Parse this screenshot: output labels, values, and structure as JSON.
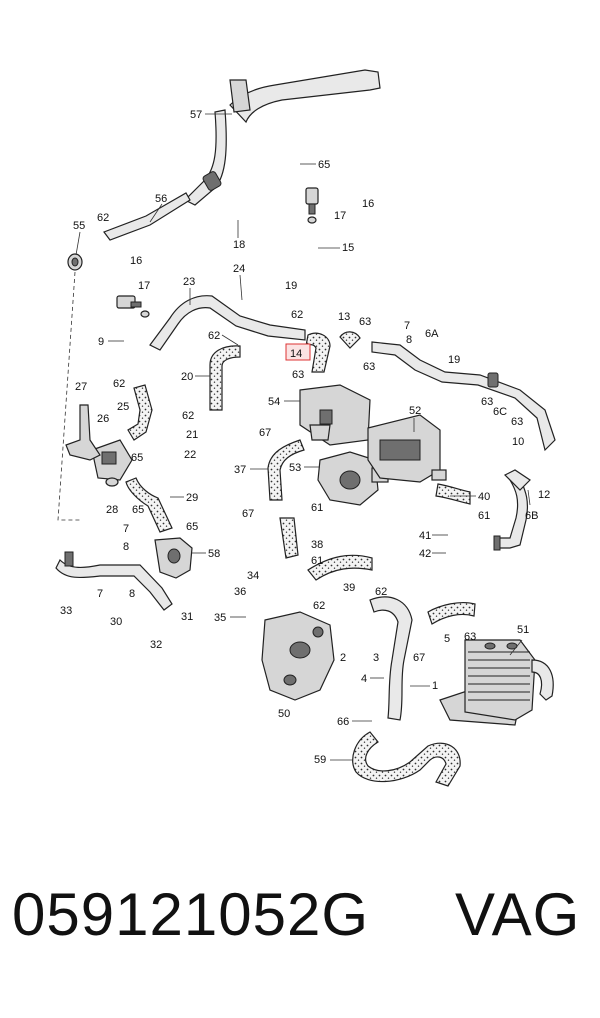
{
  "diagram": {
    "callouts": [
      {
        "name": "callout-57",
        "label": "57"
      },
      {
        "name": "callout-65-top",
        "label": "65"
      },
      {
        "name": "callout-16-right",
        "label": "16"
      },
      {
        "name": "callout-17-right",
        "label": "17"
      },
      {
        "name": "callout-15",
        "label": "15"
      },
      {
        "name": "callout-56",
        "label": "56"
      },
      {
        "name": "callout-62-a",
        "label": "62"
      },
      {
        "name": "callout-55",
        "label": "55"
      },
      {
        "name": "callout-18",
        "label": "18"
      },
      {
        "name": "callout-19-top",
        "label": "19"
      },
      {
        "name": "callout-24",
        "label": "24"
      },
      {
        "name": "callout-16-left",
        "label": "16"
      },
      {
        "name": "callout-17-left",
        "label": "17"
      },
      {
        "name": "callout-23",
        "label": "23"
      },
      {
        "name": "callout-9",
        "label": "9"
      },
      {
        "name": "callout-62-b",
        "label": "62"
      },
      {
        "name": "callout-62-c",
        "label": "62"
      },
      {
        "name": "callout-13",
        "label": "13"
      },
      {
        "name": "callout-63-a",
        "label": "63"
      },
      {
        "name": "callout-7-top",
        "label": "7"
      },
      {
        "name": "callout-8-top",
        "label": "8"
      },
      {
        "name": "callout-6a",
        "label": "6A"
      },
      {
        "name": "callout-14",
        "label": "14"
      },
      {
        "name": "callout-19-mid",
        "label": "19"
      },
      {
        "name": "callout-20",
        "label": "20"
      },
      {
        "name": "callout-63-b",
        "label": "63"
      },
      {
        "name": "callout-63-c",
        "label": "63"
      },
      {
        "name": "callout-27",
        "label": "27"
      },
      {
        "name": "callout-62-d",
        "label": "62"
      },
      {
        "name": "callout-25",
        "label": "25"
      },
      {
        "name": "callout-54",
        "label": "54"
      },
      {
        "name": "callout-52",
        "label": "52"
      },
      {
        "name": "callout-63-d",
        "label": "63"
      },
      {
        "name": "callout-6c",
        "label": "6C"
      },
      {
        "name": "callout-63-e",
        "label": "63"
      },
      {
        "name": "callout-62-e",
        "label": "62"
      },
      {
        "name": "callout-21",
        "label": "21"
      },
      {
        "name": "callout-26",
        "label": "26"
      },
      {
        "name": "callout-67-a",
        "label": "67"
      },
      {
        "name": "callout-22",
        "label": "22"
      },
      {
        "name": "callout-65-mid",
        "label": "65"
      },
      {
        "name": "callout-10",
        "label": "10"
      },
      {
        "name": "callout-37",
        "label": "37"
      },
      {
        "name": "callout-53",
        "label": "53"
      },
      {
        "name": "callout-28",
        "label": "28"
      },
      {
        "name": "callout-65-b",
        "label": "65"
      },
      {
        "name": "callout-29",
        "label": "29"
      },
      {
        "name": "callout-40",
        "label": "40"
      },
      {
        "name": "callout-12",
        "label": "12"
      },
      {
        "name": "callout-67-b",
        "label": "67"
      },
      {
        "name": "callout-61-a",
        "label": "61"
      },
      {
        "name": "callout-61-b",
        "label": "61"
      },
      {
        "name": "callout-6b",
        "label": "6B"
      },
      {
        "name": "callout-7-mid",
        "label": "7"
      },
      {
        "name": "callout-65-c",
        "label": "65"
      },
      {
        "name": "callout-8-mid",
        "label": "8"
      },
      {
        "name": "callout-38",
        "label": "38"
      },
      {
        "name": "callout-41",
        "label": "41"
      },
      {
        "name": "callout-58",
        "label": "58"
      },
      {
        "name": "callout-42",
        "label": "42"
      },
      {
        "name": "callout-61-c",
        "label": "61"
      },
      {
        "name": "callout-34",
        "label": "34"
      },
      {
        "name": "callout-39",
        "label": "39"
      },
      {
        "name": "callout-62-f",
        "label": "62"
      },
      {
        "name": "callout-36",
        "label": "36"
      },
      {
        "name": "callout-62-g",
        "label": "62"
      },
      {
        "name": "callout-33",
        "label": "33"
      },
      {
        "name": "callout-7-low",
        "label": "7"
      },
      {
        "name": "callout-8-low",
        "label": "8"
      },
      {
        "name": "callout-31",
        "label": "31"
      },
      {
        "name": "callout-30",
        "label": "30"
      },
      {
        "name": "callout-35",
        "label": "35"
      },
      {
        "name": "callout-32",
        "label": "32"
      },
      {
        "name": "callout-63-f",
        "label": "63"
      },
      {
        "name": "callout-5",
        "label": "5"
      },
      {
        "name": "callout-51",
        "label": "51"
      },
      {
        "name": "callout-2",
        "label": "2"
      },
      {
        "name": "callout-3",
        "label": "3"
      },
      {
        "name": "callout-67-c",
        "label": "67"
      },
      {
        "name": "callout-4",
        "label": "4"
      },
      {
        "name": "callout-1",
        "label": "1"
      },
      {
        "name": "callout-50",
        "label": "50"
      },
      {
        "name": "callout-66",
        "label": "66"
      },
      {
        "name": "callout-59",
        "label": "59"
      }
    ]
  },
  "footer": {
    "part_number": "059121052G",
    "brand": "VAG"
  }
}
